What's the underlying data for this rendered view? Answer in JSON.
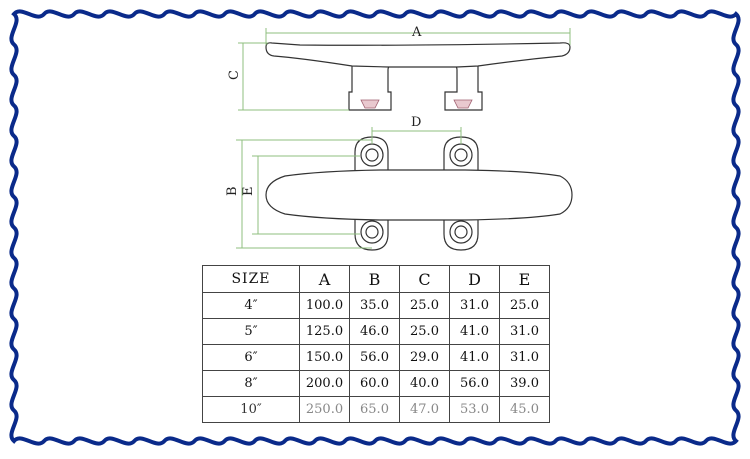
{
  "dimensions": {
    "a": "A",
    "b": "B",
    "c": "C",
    "d": "D",
    "e": "E"
  },
  "table": {
    "headers": [
      "SIZE",
      "A",
      "B",
      "C",
      "D",
      "E"
    ],
    "rows": [
      [
        "4″",
        "100.0",
        "35.0",
        "25.0",
        "31.0",
        "25.0"
      ],
      [
        "5″",
        "125.0",
        "46.0",
        "25.0",
        "41.0",
        "31.0"
      ],
      [
        "6″",
        "150.0",
        "56.0",
        "29.0",
        "41.0",
        "31.0"
      ],
      [
        "8″",
        "200.0",
        "60.0",
        "40.0",
        "56.0",
        "39.0"
      ],
      [
        "10″",
        "250.0",
        "65.0",
        "47.0",
        "53.0",
        "45.0"
      ]
    ]
  },
  "colors": {
    "border": "#0a2a8a",
    "dimension_lines": "#8fbf7f",
    "drawing_lines": "#333333",
    "hole_fill": "#e9c9cf"
  }
}
